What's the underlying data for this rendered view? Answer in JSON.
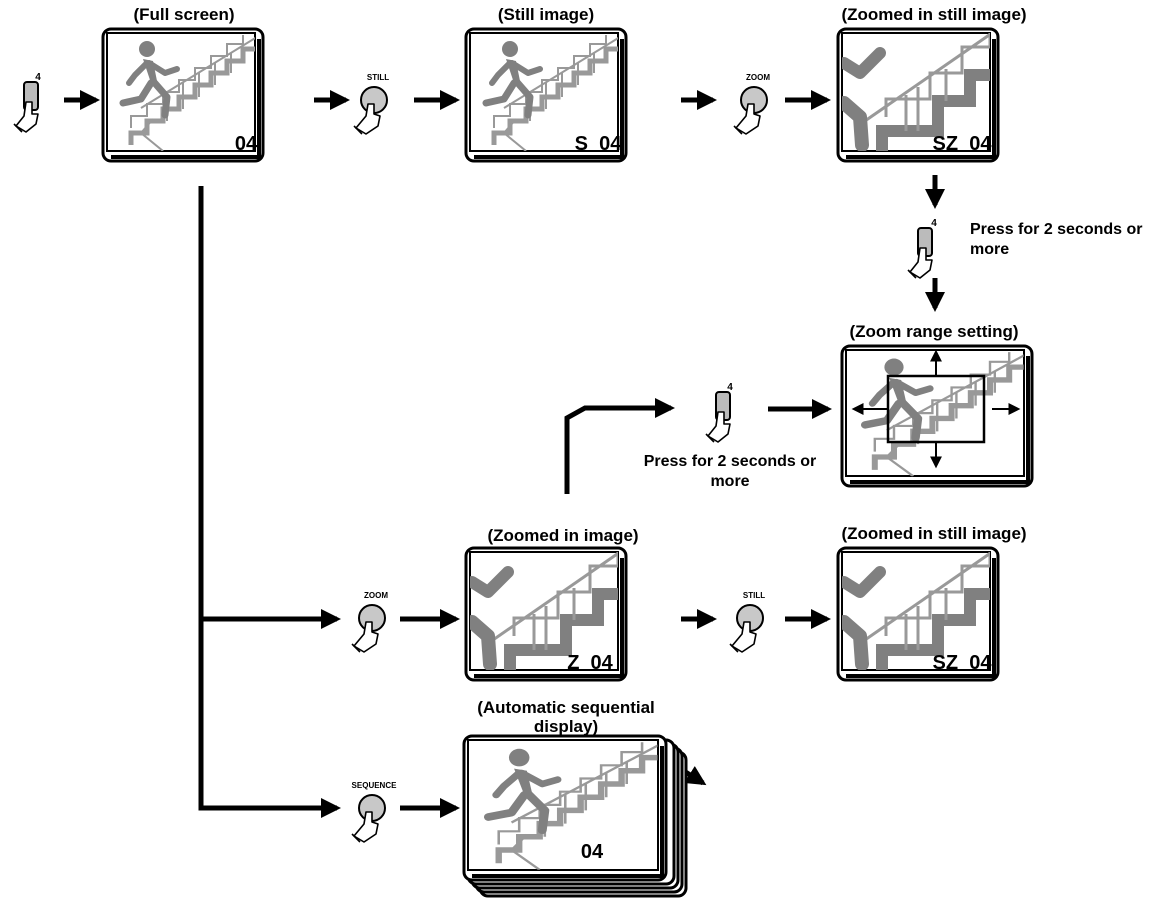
{
  "colors": {
    "ink": "#000000",
    "gray": "#808080",
    "light": "#c8c8c8",
    "screen": "#ffffff"
  },
  "captions": {
    "full_screen": "(Full screen)",
    "still_image": "(Still image)",
    "zoomed_still_top": "(Zoomed in still image)",
    "zoom_range": "(Zoom range setting)",
    "zoomed_image": "(Zoomed in image)",
    "zoomed_still_bottom": "(Zoomed in still image)",
    "auto_sequential": "(Automatic sequential display)"
  },
  "notes": {
    "press_hold_right": "Press for 2 seconds or more",
    "press_hold_center": "Press for 2 seconds or more"
  },
  "screens": {
    "full": "04",
    "still": "S  04",
    "zoomed_still_top": "SZ  04",
    "zoomed": "Z  04",
    "zoomed_still_bottom": "SZ  04",
    "sequence": "04"
  },
  "buttons": {
    "key_4_a": "4",
    "still_a": "STILL",
    "zoom_a": "ZOOM",
    "key_4_b": "4",
    "key_4_c": "4",
    "zoom_b": "ZOOM",
    "still_b": "STILL",
    "sequence": "SEQUENCE"
  },
  "icons": {
    "key": "square-key-hand-icon",
    "round": "round-button-hand-icon",
    "runner": "running-person-icon",
    "stairs": "staircase-icon"
  }
}
